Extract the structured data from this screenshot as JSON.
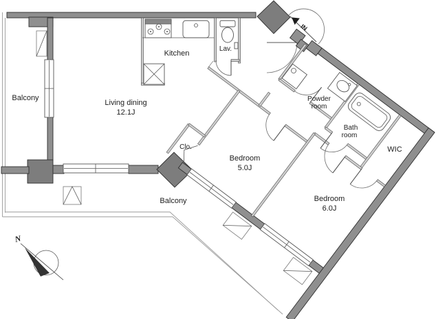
{
  "meta": {
    "type": "apartment-floor-plan"
  },
  "colors": {
    "outer_wall": "#8f8f8f",
    "pillar": "#7d7d7d",
    "partition_wall": "#cfcfcf",
    "line": "#2e2e2e",
    "background": "#ffffff"
  },
  "rooms": {
    "living_dining": {
      "name": "Living dining",
      "size": "12.1J"
    },
    "kitchen": {
      "name": "Kitchen"
    },
    "lavatory": {
      "name": "Lav."
    },
    "powder_room": {
      "name_line1": "Powder",
      "name_line2": "room"
    },
    "bath_room": {
      "name_line1": "Bath",
      "name_line2": "room"
    },
    "wic": {
      "name": "WIC"
    },
    "closet": {
      "name": "Clo."
    },
    "bedroom_5": {
      "name": "Bedroom",
      "size": "5.0J"
    },
    "bedroom_6": {
      "name": "Bedroom",
      "size": "6.0J"
    },
    "balcony_left": {
      "name": "Balcony"
    },
    "balcony_bottom": {
      "name": "Balcony"
    }
  },
  "entrance": {
    "label": "IN"
  },
  "compass": {
    "label": "N"
  }
}
